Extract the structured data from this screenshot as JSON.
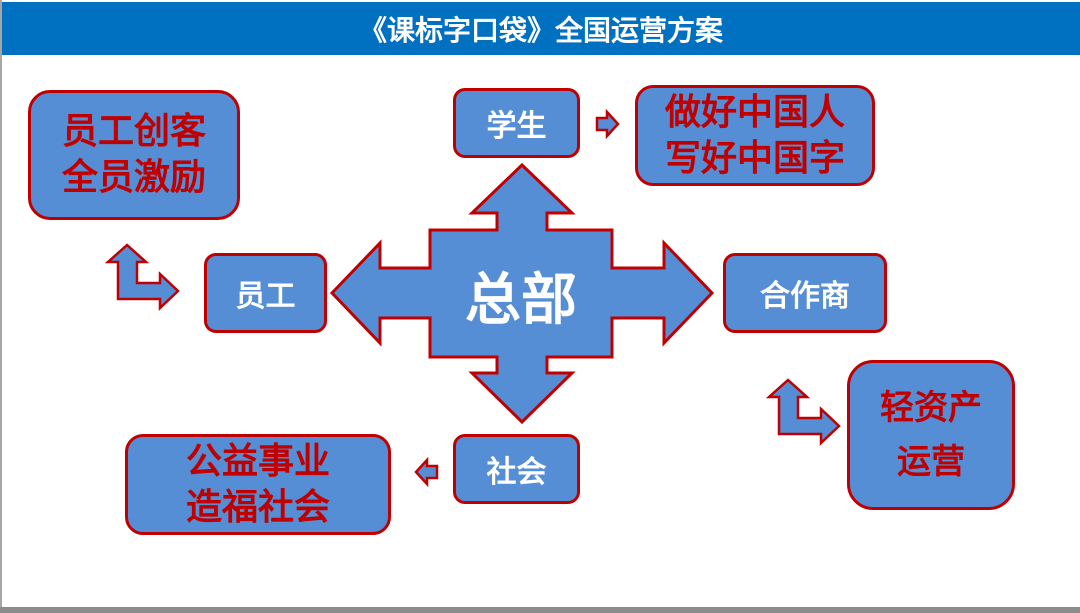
{
  "title": "《课标字口袋》全国运营方案",
  "colors": {
    "title_bar": "#0070c0",
    "box_fill": "#558ed5",
    "box_border": "#c00000",
    "red_text": "#c00000"
  },
  "hub": "总部",
  "nodes": {
    "student": "学生",
    "employee": "员工",
    "partner": "合作商",
    "society": "社会"
  },
  "outcomes": {
    "student": [
      "做好中国人",
      "写好中国字"
    ],
    "employee": [
      "员工创客",
      "全员激励"
    ],
    "partner": [
      "轻资产",
      "运营"
    ],
    "society": [
      "公益事业",
      "造福社会"
    ]
  }
}
